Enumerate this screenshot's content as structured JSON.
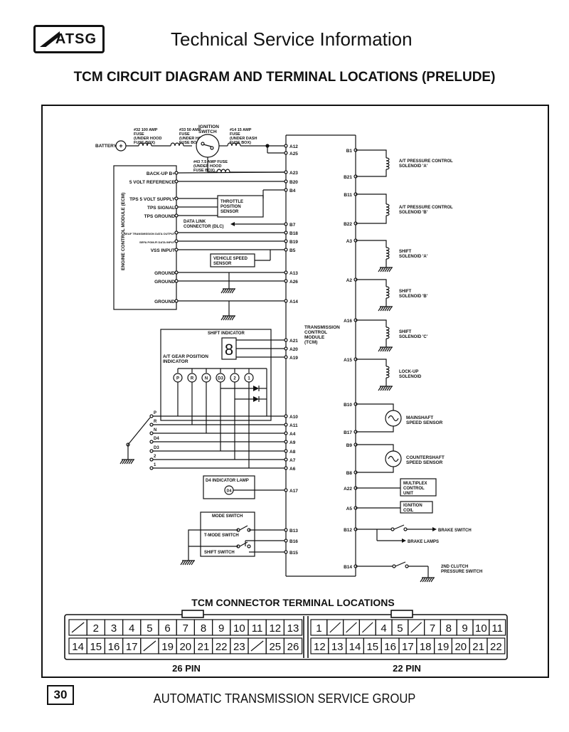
{
  "header": {
    "logo": "ATSG",
    "title": "Technical Service Information"
  },
  "doc_title": "TCM CIRCUIT DIAGRAM AND TERMINAL LOCATIONS (PRELUDE)",
  "page_number": "30",
  "footer": "AUTOMATIC TRANSMISSION SERVICE GROUP",
  "diagram": {
    "battery": "BATTERY",
    "fuse32": [
      "#32 100 AMP",
      "FUSE",
      "(UNDER HOOD",
      "FUSE BOX)"
    ],
    "fuse33": [
      "#33 50 AMP",
      "FUSE",
      "(UNDER HOOD",
      "FUSE BOX)"
    ],
    "ignition": [
      "IGNITION",
      "SWITCH"
    ],
    "fuse14": [
      "#14 15 AMP",
      "FUSE",
      "(UNDER DASH",
      "FUSE BOX)"
    ],
    "fuse43": [
      "#43 7.5 AMP FUSE",
      "(UNDER HOOD",
      "FUSE BOX)"
    ],
    "ecm": "ENGINE CONTROL MODULE (ECM)",
    "ecm_pins": [
      "BACK-UP B+",
      "5 VOLT REFERENCE",
      "TPS 5 VOLT SUPPLY",
      "TPS SIGNAL",
      "TPS GROUND",
      "SEAF TRANSMISSION DATA OUTPUT",
      "SEFA PGM-FI DATA INPUT",
      "VSS INPUT",
      "GROUND",
      "GROUND",
      "GROUND"
    ],
    "throttle": [
      "THROTTLE",
      "POSITION",
      "SENSOR"
    ],
    "dlc": [
      "DATA LINK",
      "CONNECTOR (DLC)"
    ],
    "vss": [
      "VEHICLE SPEED",
      "SENSOR"
    ],
    "shift_indicator": "SHIFT INDICATOR",
    "gear_position": [
      "A/T GEAR POSITION",
      "INDICATOR"
    ],
    "gear_lamps": [
      "P",
      "R",
      "N",
      "D3",
      "2",
      "1"
    ],
    "switch_labels": [
      "P",
      "R",
      "N",
      "D4",
      "D3",
      "2",
      "1"
    ],
    "tcm": [
      "TRANSMISSION",
      "CONTROL",
      "MODULE",
      "(TCM)"
    ],
    "tcm_left_pins": [
      "A12",
      "A25",
      "A23",
      "B20",
      "B4",
      "B7",
      "B18",
      "B19",
      "B5",
      "A13",
      "A26",
      "A14",
      "A21",
      "A20",
      "A19",
      "A10",
      "A11",
      "A4",
      "A9",
      "A8",
      "A7",
      "A6",
      "A17",
      "B13",
      "B16",
      "B15"
    ],
    "tcm_right_pins": [
      "B1",
      "B21",
      "B11",
      "B22",
      "A3",
      "A2",
      "A16",
      "A15",
      "B10",
      "B17",
      "B9",
      "B8",
      "A22",
      "A5",
      "B12",
      "B14"
    ],
    "solenoid_a_pc": [
      "A/T PRESSURE CONTROL",
      "SOLENOID 'A'"
    ],
    "solenoid_b_pc": [
      "A/T PRESSURE CONTROL",
      "SOLENOID 'B'"
    ],
    "shift_a": [
      "SHIFT",
      "SOLENOID 'A'"
    ],
    "shift_b": [
      "SHIFT",
      "SOLENOID 'B'"
    ],
    "shift_c": [
      "SHIFT",
      "SOLENOID 'C'"
    ],
    "lockup": [
      "LOCK-UP",
      "SOLENOID"
    ],
    "mainshaft": [
      "MAINSHAFT",
      "SPEED SENSOR"
    ],
    "countershaft": [
      "COUNTERSHAFT",
      "SPEED SENSOR"
    ],
    "multiplex": [
      "MULTIPLEX",
      "CONTROL",
      "UNIT"
    ],
    "ign_coil": [
      "IGNITION",
      "COIL"
    ],
    "brake_switch": "BRAKE SWITCH",
    "brake_lamps": "BRAKE LAMPS",
    "clutch_switch": [
      "2ND CLUTCH",
      "PRESSURE SWITCH"
    ],
    "d4_lamp": "D4 INDICATOR LAMP",
    "d4": "D4",
    "mode_switch": "MODE SWITCH",
    "t_mode": "T-MODE SWITCH",
    "shift_switch": "SHIFT SWITCH"
  },
  "connector": {
    "title": "TCM CONNECTOR TERMINAL LOCATIONS",
    "row1_26": [
      "/",
      "2",
      "3",
      "4",
      "5",
      "6",
      "7",
      "8",
      "9",
      "10",
      "11",
      "12",
      "13"
    ],
    "row2_26": [
      "14",
      "15",
      "16",
      "17",
      "/",
      "19",
      "20",
      "21",
      "22",
      "23",
      "/",
      "25",
      "26"
    ],
    "row1_22": [
      "1",
      "/",
      "/",
      "/",
      "4",
      "5",
      "/",
      "7",
      "8",
      "9",
      "10",
      "11"
    ],
    "row2_22": [
      "12",
      "13",
      "14",
      "15",
      "16",
      "17",
      "18",
      "19",
      "20",
      "21",
      "22"
    ],
    "label_26": "26 PIN",
    "label_22": "22 PIN"
  }
}
